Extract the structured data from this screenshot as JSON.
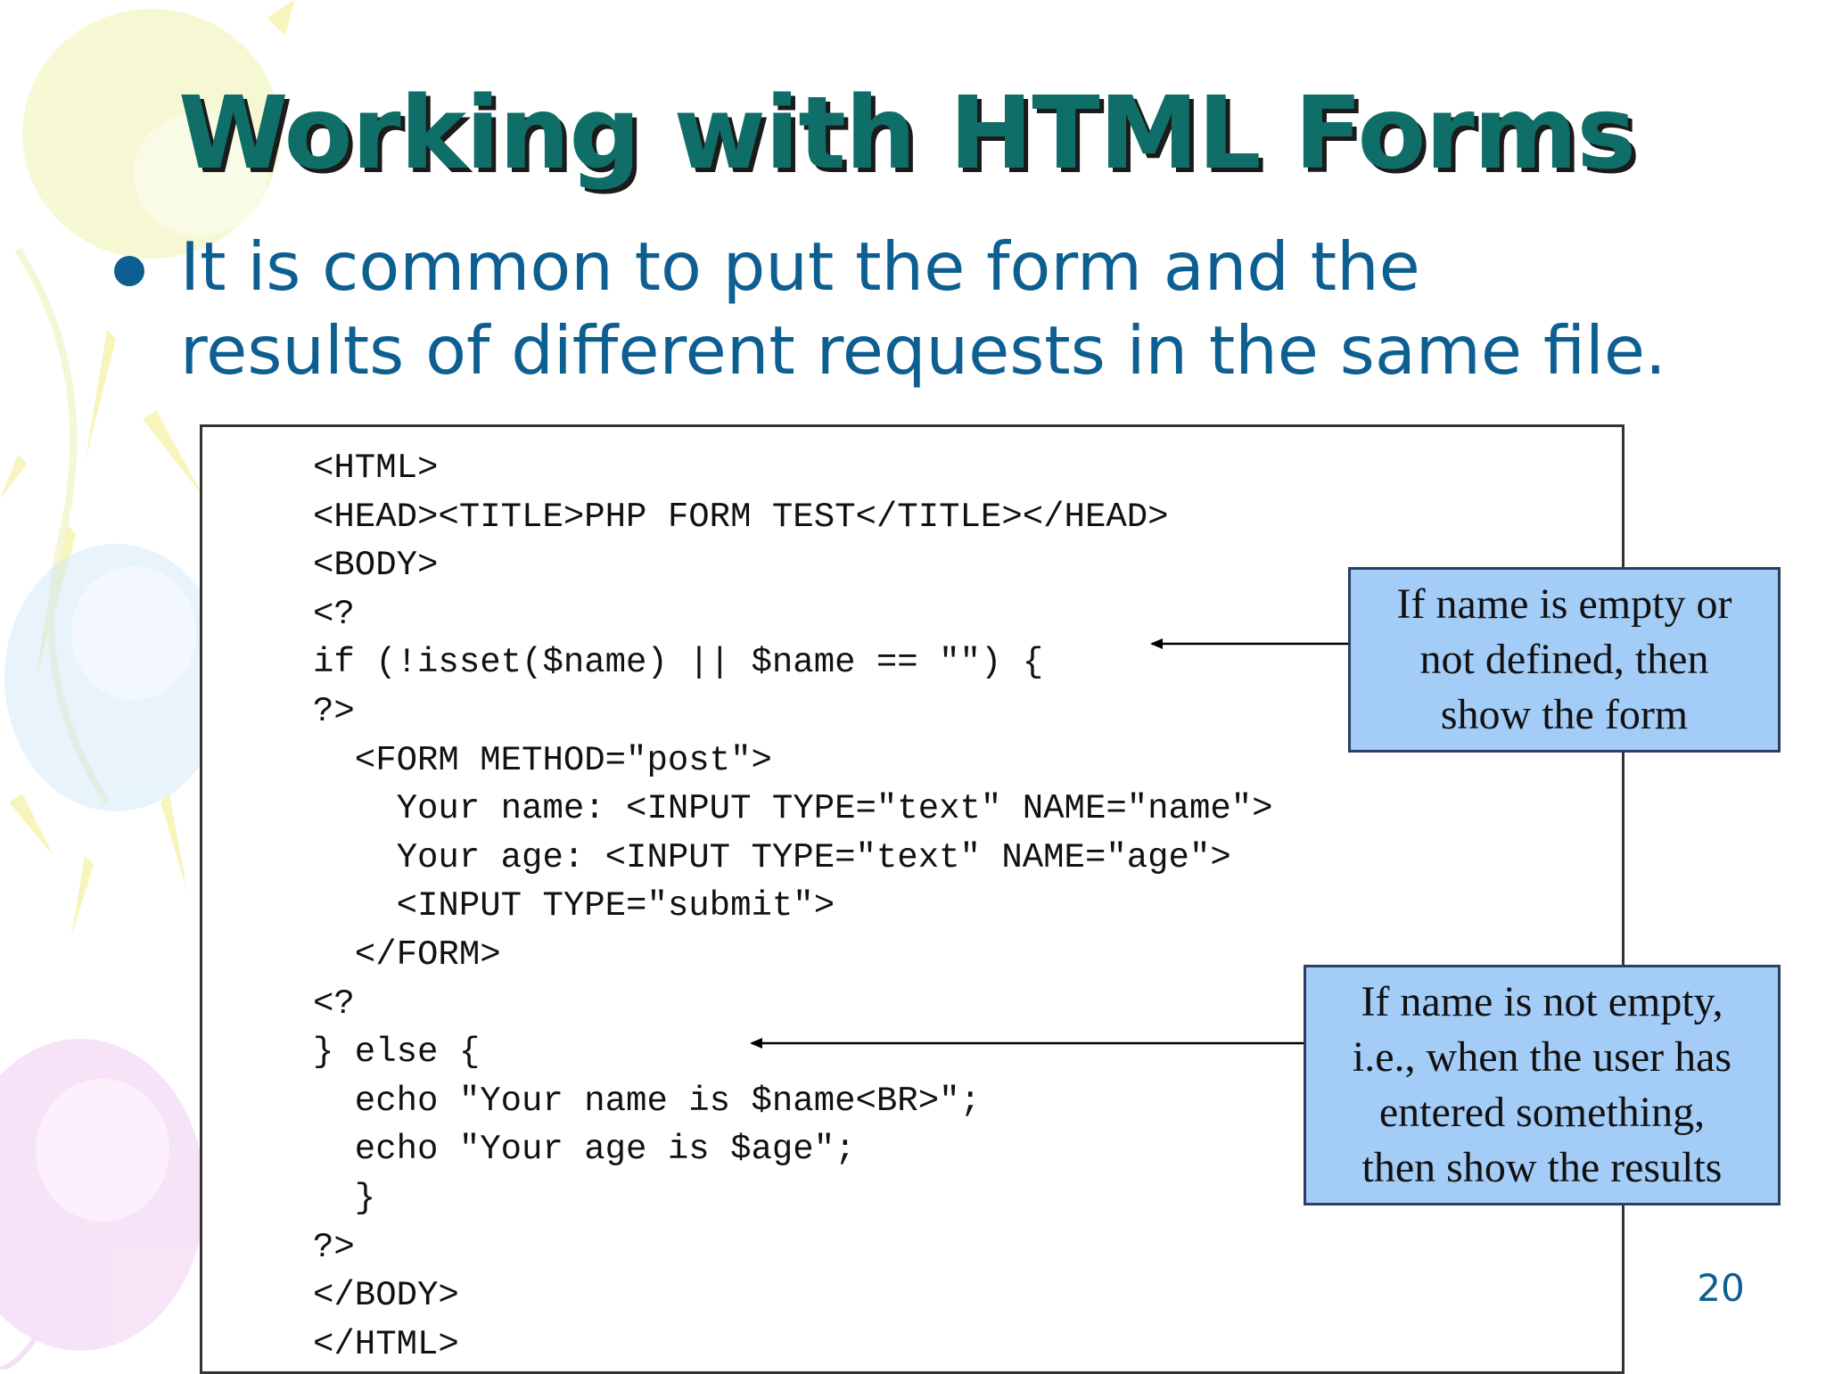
{
  "slide": {
    "title": "Working with HTML Forms",
    "bullet": {
      "line1": "It is common to put the form and the",
      "line2": "results of different requests in the same file."
    },
    "code_lines": [
      "<HTML>",
      "<HEAD><TITLE>PHP FORM TEST</TITLE></HEAD>",
      "<BODY>",
      "<?",
      "if (!isset($name) || $name == \"\") {",
      "?>",
      "  <FORM METHOD=\"post\">",
      "    Your name: <INPUT TYPE=\"text\" NAME=\"name\">",
      "    Your age: <INPUT TYPE=\"text\" NAME=\"age\">",
      "    <INPUT TYPE=\"submit\">",
      "  </FORM>",
      "<?",
      "} else {",
      "  echo \"Your name is $name<BR>\";",
      "  echo \"Your age is $age\";",
      "  }",
      "?>",
      "</BODY>",
      "</HTML>"
    ],
    "callouts": [
      {
        "lines": [
          "If name is empty or",
          "not defined, then",
          "show the form"
        ]
      },
      {
        "lines": [
          "If name is not empty,",
          "i.e., when the user has",
          "entered something,",
          "then show the results"
        ]
      }
    ],
    "page_number": "20"
  },
  "colors": {
    "title": "#0f6e67",
    "title_shadow": "#1b1b1b",
    "bullet_text": "#0d5f92",
    "callout_fill": "#a3ccf7",
    "callout_border": "#2a3f63"
  }
}
